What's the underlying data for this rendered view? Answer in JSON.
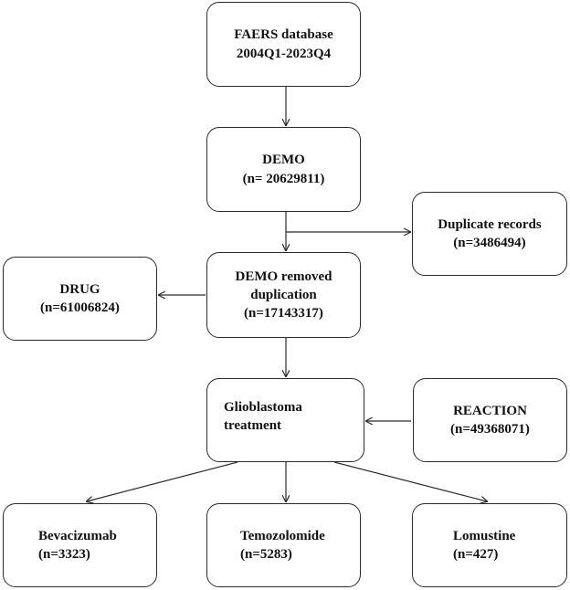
{
  "boxes": {
    "faers": {
      "line1": "FAERS database",
      "line2": "2004Q1-2023Q4"
    },
    "demo": {
      "line1": "DEMO",
      "line2": "(n= 20629811)"
    },
    "duplicate": {
      "line1": "Duplicate records",
      "line2": "(n=3486494)"
    },
    "demo_removed": {
      "line1": "DEMO removed",
      "line2": "duplication",
      "line3": "(n=17143317)"
    },
    "drug": {
      "line1": "DRUG",
      "line2": "(n=61006824)"
    },
    "glioblastoma": {
      "line1": "Glioblastoma",
      "line2": "treatment"
    },
    "reaction": {
      "line1": "REACTION",
      "line2": "(n=49368071)"
    },
    "bevacizumab": {
      "line1": "Bevacizumab",
      "line2": "(n=3323)"
    },
    "temozolomide": {
      "line1": "Temozolomide",
      "line2": "(n=5283)"
    },
    "lomustine": {
      "line1": "Lomustine",
      "line2": "(n=427)"
    }
  },
  "colors": {
    "stroke": "#2b2b2b",
    "text": "#111111",
    "background": "#ffffff"
  }
}
